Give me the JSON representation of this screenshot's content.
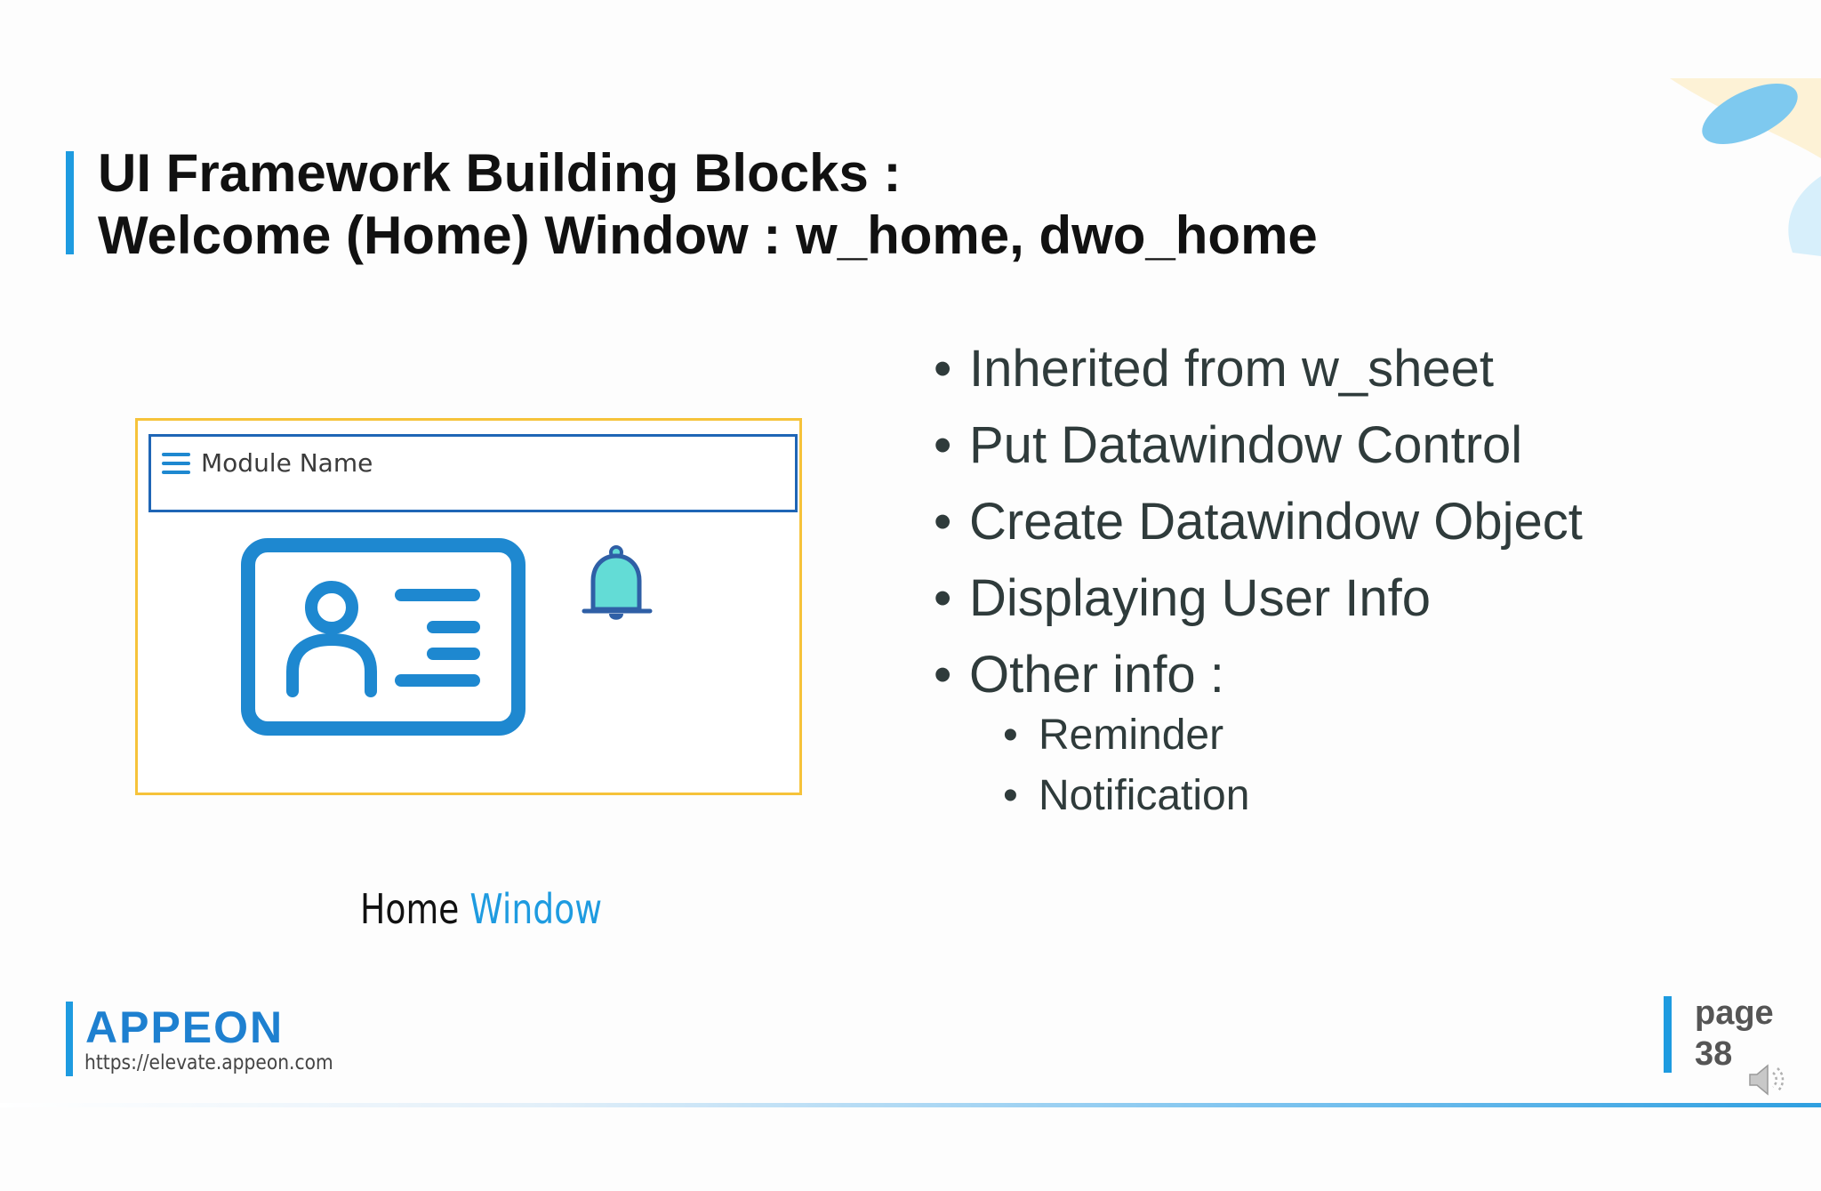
{
  "slide": {
    "title_line1": "UI Framework Building Blocks :",
    "title_line2": "Welcome (Home) Window : w_home, dwo_home",
    "mockup": {
      "header_label": "Module Name"
    },
    "caption": {
      "part1": "Home",
      "part2": "Window"
    },
    "bullets": [
      "Inherited from w_sheet",
      "Put Datawindow Control",
      "Create Datawindow Object",
      "Displaying User Info",
      "Other info :"
    ],
    "sub_bullets": [
      "Reminder",
      "Notification"
    ]
  },
  "footer": {
    "logo_text": "APPEON",
    "url": "https://elevate.appeon.com",
    "page_word": "page",
    "page_number": "38"
  },
  "colors": {
    "accent": "#1e9be0",
    "frame": "#f6c33a",
    "header_border": "#1f66b6",
    "bell_fill": "#63dcd6"
  },
  "icons": [
    "menu-icon",
    "user-card-icon",
    "bell-icon",
    "speaker-icon"
  ]
}
